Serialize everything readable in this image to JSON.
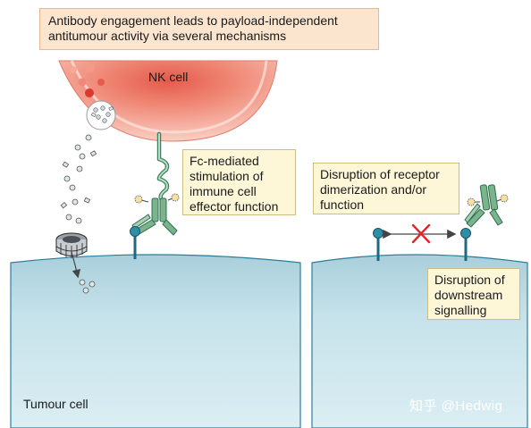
{
  "header": {
    "title": "Antibody engagement leads to payload-independent\nantitumour activity via several mechanisms"
  },
  "cells": {
    "nk_label": "NK cell",
    "tumour_label": "Tumour cell"
  },
  "mechanisms": {
    "fc_label": "Fc-mediated\nstimulation of\nimmune cell\neffector function",
    "dimerization_label": "Disruption of receptor\ndimerization and/or\nfunction",
    "downstream_label": "Disruption of\ndownstream\nsignalling"
  },
  "watermark": "知乎 @Hedwig",
  "colors": {
    "nk_cell": "#f2b7a6",
    "tumour_cell": "#b7d8e1",
    "antibody": "#7ab48a",
    "receptor": "#2d8ea6",
    "block_cross": "#e0262b"
  }
}
